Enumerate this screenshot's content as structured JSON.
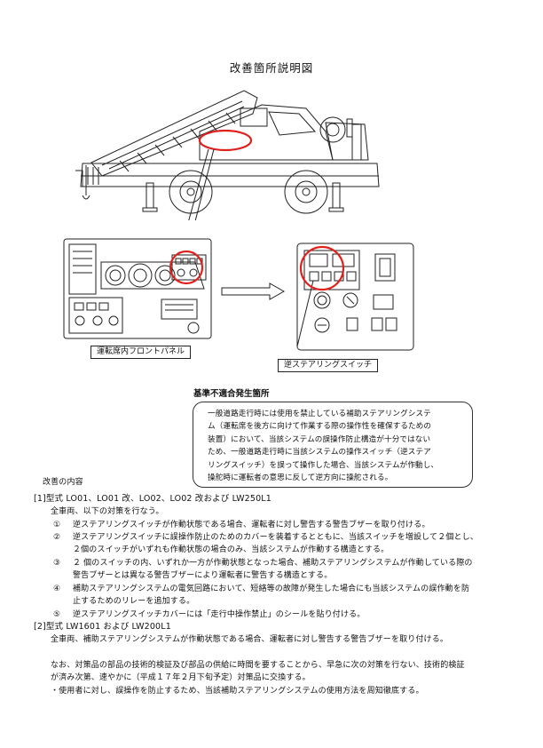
{
  "title": "改善箇所説明図",
  "figure": {
    "panel_caption": "運転席内フロントパネル",
    "switch_caption": "逆ステアリングスイッチ"
  },
  "nonconformity": {
    "heading": "基準不適合発生箇所",
    "lines": [
      "一般道路走行時には使用を禁止している補助ステアリングシステ",
      "ム（運転席を後方に向けて作業する際の操作性を確保するための",
      "装置）において、当該システムの誤操作防止構造が十分ではない",
      "ため、一般道路走行時に当該システムの操作スイッチ（逆ステア",
      "リングスイッチ）を誤って操作した場合、当該システムが作動し、",
      "操舵時に運転者の意思に反して逆方向に操舵される。"
    ]
  },
  "improvement": {
    "heading": "改善の内容",
    "section1": {
      "title": "[1]型式 LO01、LO01 改、LO02、LO02 改および LW250L1",
      "intro": "全車両、以下の対策を行なう。",
      "items": [
        {
          "marker": "①",
          "lines": [
            "逆ステアリングスイッチが作動状態である場合、運転者に対し警告する警告ブザーを取り付ける。"
          ]
        },
        {
          "marker": "②",
          "lines": [
            "逆ステアリングスイッチに誤操作防止のためのカバーを装着するとともに、当該スイッチを増設して２個とし、",
            "２個のスイッチがいずれも作動状態の場合のみ、当該システムが作動する構造とする。"
          ]
        },
        {
          "marker": "③",
          "lines": [
            "２ 個のスイッチの内、いずれか一方が作動状態となった場合、補助ステアリングシステムが作動している際の",
            "警告ブザーとは異なる警告ブザーにより運転者に警告する構造とする。"
          ]
        },
        {
          "marker": "④",
          "lines": [
            "補助ステアリングシステムの電気回路において、短絡等の故障が発生した場合にも当該システムの誤作動を防",
            "止するためのリレーを追加する。"
          ]
        },
        {
          "marker": "⑤",
          "lines": [
            "逆ステアリングスイッチカバーには「走行中操作禁止」のシールを貼り付ける。"
          ]
        }
      ]
    },
    "section2": {
      "title": "[2]型式 LW1601 および LW200L1",
      "intro": "全車両、補助ステアリングシステムが作動状態である場合、運転者に対し警告する警告ブザーを取り付ける。"
    },
    "closing": [
      "なお、対策品の部品の技術的検証及び部品の供給に時間を要することから、早急に次の対策を行ない、技術的検証",
      "が済み次第、速やかに（平成１７年２月下旬予定）対策品に交換する。",
      "・使用者に対し、誤操作を防止するため、当該補助ステアリングシステムの使用方法を周知徹底する。"
    ]
  },
  "colors": {
    "highlight_circle": "#e0201b",
    "ink": "#111111"
  }
}
